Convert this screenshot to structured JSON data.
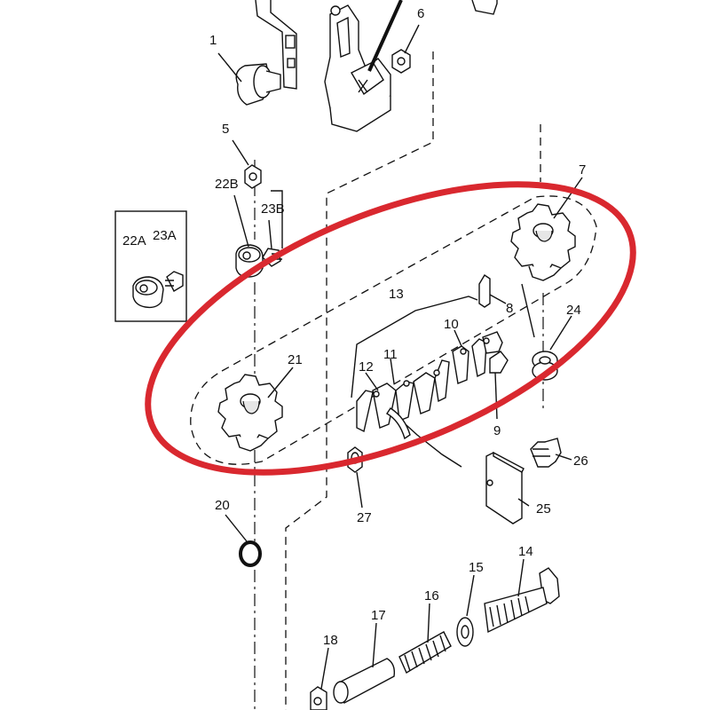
{
  "diagram": {
    "callouts": {
      "p1": "1",
      "p5": "5",
      "p6": "6",
      "p7": "7",
      "p8": "8",
      "p9": "9",
      "p10": "10",
      "p11": "11",
      "p12": "12",
      "p13": "13",
      "p14": "14",
      "p15": "15",
      "p16": "16",
      "p17": "17",
      "p18": "18",
      "p20": "20",
      "p21": "21",
      "p22A": "22A",
      "p22B": "22B",
      "p23A": "23A",
      "p23B": "23B",
      "p24": "24",
      "p25": "25",
      "p26": "26",
      "p27": "27"
    },
    "highlight_color": "#d9282f",
    "line_color": "#111111"
  }
}
